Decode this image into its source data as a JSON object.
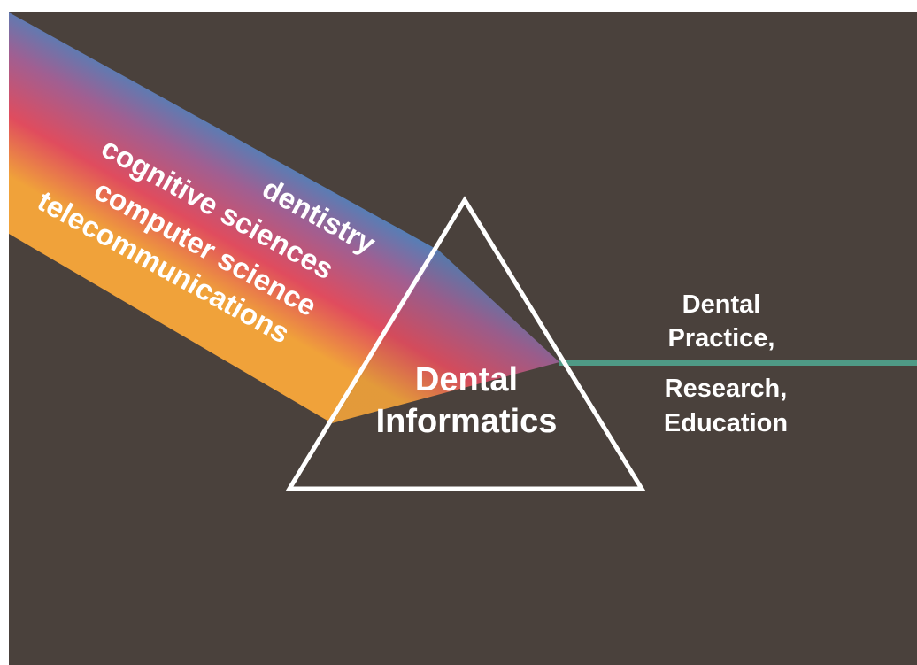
{
  "diagram": {
    "colors": {
      "background": "#4a413c",
      "frame": "#ffffff",
      "prism_outline": "#ffffff",
      "output_beam": "#4f9a86",
      "band_green": "#5fa77c",
      "band_blue": "#2f8fc9",
      "band_purple": "#a05f92",
      "band_red": "#e04c5e",
      "band_orange": "#f0a23a",
      "text": "#ffffff"
    },
    "input_bands": [
      {
        "label": "dentistry"
      },
      {
        "label": "cognitive sciences"
      },
      {
        "label": "computer science"
      },
      {
        "label": "telecommunications"
      }
    ],
    "prism": {
      "title_line1": "Dental",
      "title_line2": "Informatics"
    },
    "output": {
      "line1": "Dental",
      "line2": "Practice,",
      "line3": "Research,",
      "line4": "Education"
    }
  }
}
